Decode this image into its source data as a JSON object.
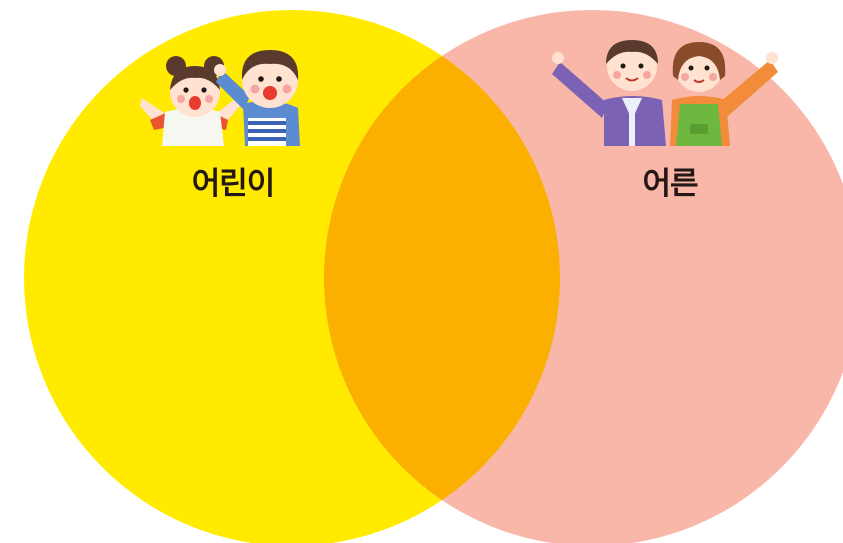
{
  "venn": {
    "sets": [
      {
        "key": "children",
        "label": "어린이",
        "color": "#ffea00"
      },
      {
        "key": "adults",
        "label": "어른",
        "color": "#f8b7a8"
      }
    ],
    "overlap_color": "#fbb000",
    "illustrations": {
      "children": "children-cheering-icon",
      "adults": "adults-waving-icon"
    }
  }
}
